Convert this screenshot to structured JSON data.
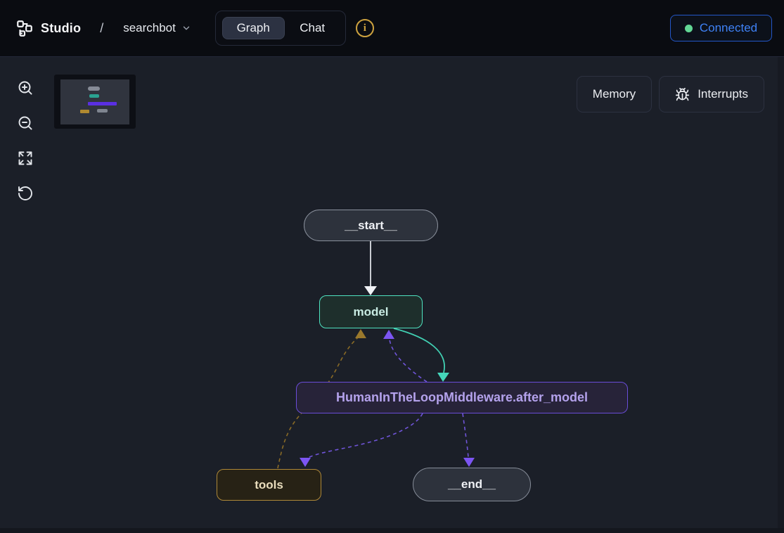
{
  "header": {
    "app_name": "Studio",
    "breadcrumb_separator": "/",
    "project_name": "searchbot",
    "tabs": [
      {
        "label": "Graph",
        "active": true
      },
      {
        "label": "Chat",
        "active": false
      }
    ],
    "info_glyph": "i",
    "connection": {
      "label": "Connected",
      "status": "connected",
      "dot_color": "#62d795",
      "text_color": "#3f82f6"
    }
  },
  "panel_buttons": {
    "memory_label": "Memory",
    "interrupts_label": "Interrupts"
  },
  "view_controls": {
    "items": [
      "zoom-in",
      "zoom-out",
      "fit-view",
      "reset-view"
    ]
  },
  "graph": {
    "nodes": [
      {
        "id": "__start__",
        "label": "__start__",
        "type": "start"
      },
      {
        "id": "model",
        "label": "model",
        "type": "agent",
        "accent": "#4fe3c1"
      },
      {
        "id": "middleware",
        "label": "HumanInTheLoopMiddleware.after_model",
        "type": "middleware",
        "accent": "#6a4dd8"
      },
      {
        "id": "tools",
        "label": "tools",
        "type": "tools",
        "accent": "#ae8838"
      },
      {
        "id": "__end__",
        "label": "__end__",
        "type": "end"
      }
    ],
    "edges": [
      {
        "from": "__start__",
        "to": "model",
        "style": "solid",
        "color": "#e8ebf0"
      },
      {
        "from": "model",
        "to": "middleware",
        "style": "solid",
        "color": "#41cfb2"
      },
      {
        "from": "middleware",
        "to": "model",
        "style": "dashed",
        "color": "#7c55f2"
      },
      {
        "from": "tools",
        "to": "model",
        "style": "dashed",
        "color": "#9a782c"
      },
      {
        "from": "middleware",
        "to": "tools",
        "style": "dashed",
        "color": "#7c55f2"
      },
      {
        "from": "middleware",
        "to": "__end__",
        "style": "dashed",
        "color": "#7c55f2"
      }
    ]
  },
  "colors": {
    "header_bg": "#0a0c11",
    "canvas_bg": "#1b1f28",
    "accent_teal": "#4fe3c1",
    "accent_purple": "#7c55f2",
    "accent_amber": "#ae8838",
    "connected_blue": "#3f82f6",
    "info_yellow": "#cda23f"
  },
  "icons": {
    "logo": "langgraph-logo",
    "chevron": "chevron-down",
    "info": "info-circle",
    "bug": "bug",
    "zoom_in": "magnifier-plus",
    "zoom_out": "magnifier-minus",
    "fit": "expand-arrows",
    "reset": "rotate-ccw"
  }
}
